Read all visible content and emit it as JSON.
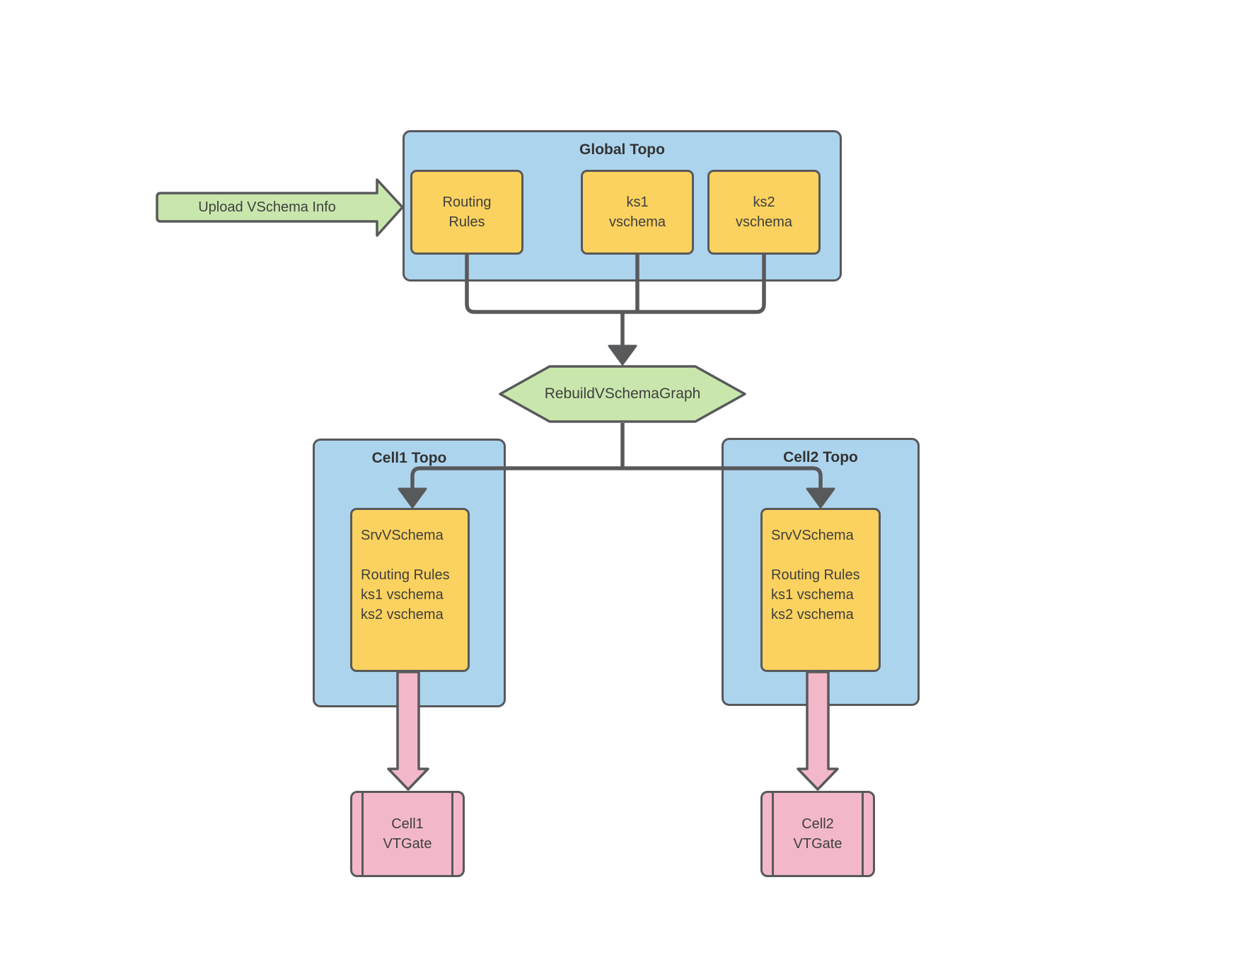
{
  "upload_arrow": {
    "label": "Upload VSchema Info"
  },
  "global_topo": {
    "title": "Global Topo",
    "items": [
      {
        "label": "Routing\nRules"
      },
      {
        "label": "ks1\nvschema"
      },
      {
        "label": "ks2\nvschema"
      }
    ]
  },
  "rebuild_step": {
    "label": "RebuildVSchemaGraph"
  },
  "cells": [
    {
      "title": "Cell1 Topo",
      "srv_vschema": {
        "label": "SrvVSchema\n\nRouting Rules\nks1 vschema\nks2 vschema"
      },
      "vtgate": {
        "label": "Cell1\nVTGate"
      }
    },
    {
      "title": "Cell2 Topo",
      "srv_vschema": {
        "label": "SrvVSchema\n\nRouting Rules\nks1 vschema\nks2 vschema"
      },
      "vtgate": {
        "label": "Cell2\nVTGate"
      }
    }
  ],
  "colors": {
    "container_blue": "#ADD4ED",
    "node_yellow": "#FBD25F",
    "accent_green": "#C9E7AD",
    "accent_pink": "#F2B8C9",
    "line_gray": "#58595B",
    "text_gray": "#3F3F3F"
  }
}
